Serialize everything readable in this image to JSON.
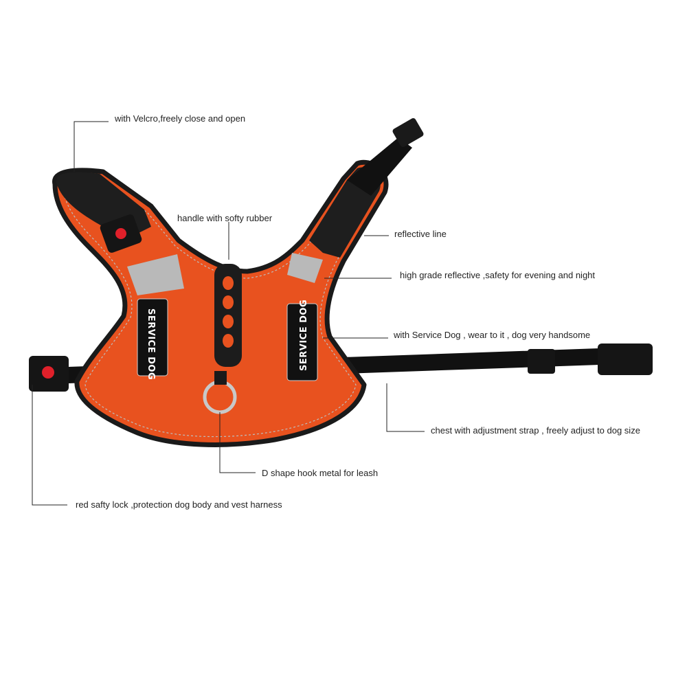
{
  "annotations": {
    "velcro": "with Velcro,freely close and open",
    "handle": "handle with softy rubber",
    "reflective_line": "reflective line",
    "high_grade": "high grade reflective ,safety for evening and  night",
    "service_dog": "with Service Dog , wear to it , dog  very handsome",
    "chest_strap": "chest with adjustment strap , freely adjust to dog size",
    "d_ring": "D shape hook metal for leash",
    "safety_lock": "red safty lock ,protection  dog body and vest harness"
  },
  "patches": {
    "left": "SERVICE DOG",
    "right": "SERVICE DOG"
  },
  "colors": {
    "vest": "#e8521f",
    "trim": "#1a1a1a",
    "reflective": "#b9b9b9",
    "lock": "#e0202a",
    "ring": "#c8c8c8"
  }
}
